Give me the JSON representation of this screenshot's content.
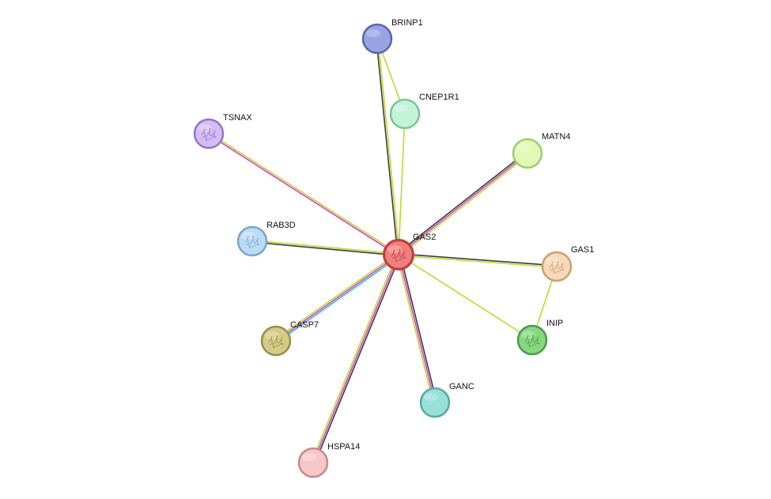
{
  "network": {
    "center": "GAS2",
    "nodes": [
      {
        "id": "GAS2",
        "label": "GAS2",
        "fill": "#f08080",
        "stroke": "#c04040",
        "icon": "protein-structure-icon",
        "center": true
      },
      {
        "id": "BRINP1",
        "label": "BRINP1",
        "fill": "#98a4e4",
        "stroke": "#5a66a8"
      },
      {
        "id": "CNEP1R1",
        "label": "CNEP1R1",
        "fill": "#c2f5d8",
        "stroke": "#78c49a"
      },
      {
        "id": "TSNAX",
        "label": "TSNAX",
        "fill": "#d4bcf5",
        "stroke": "#9676c4",
        "icon": "protein-structure-icon"
      },
      {
        "id": "MATN4",
        "label": "MATN4",
        "fill": "#e2f8b6",
        "stroke": "#a6c878"
      },
      {
        "id": "RAB3D",
        "label": "RAB3D",
        "fill": "#bcdcf5",
        "stroke": "#7aa6c8",
        "icon": "protein-structure-icon"
      },
      {
        "id": "GAS1",
        "label": "GAS1",
        "fill": "#f7d8ba",
        "stroke": "#c8a070",
        "icon": "protein-structure-icon"
      },
      {
        "id": "CASP7",
        "label": "CASP7",
        "fill": "#d4cc86",
        "stroke": "#98904a",
        "icon": "protein-structure-icon"
      },
      {
        "id": "INIP",
        "label": "INIP",
        "fill": "#86d880",
        "stroke": "#4c9a48",
        "icon": "protein-structure-icon"
      },
      {
        "id": "GANC",
        "label": "GANC",
        "fill": "#98e0da",
        "stroke": "#58a8a2"
      },
      {
        "id": "HSPA14",
        "label": "HSPA14",
        "fill": "#f8c8c8",
        "stroke": "#c48a8a"
      }
    ],
    "edge_colors": {
      "textmining": "#c2d82c",
      "coexpression": "#3c3c3c",
      "experiments": "#d040d0",
      "databases": "#2cb8d0",
      "neighborhood": "#2c8c2c"
    },
    "edges": [
      {
        "a": "GAS2",
        "b": "BRINP1",
        "types": [
          "coexpression",
          "textmining"
        ]
      },
      {
        "a": "GAS2",
        "b": "CNEP1R1",
        "types": [
          "textmining"
        ]
      },
      {
        "a": "BRINP1",
        "b": "CNEP1R1",
        "types": [
          "textmining"
        ]
      },
      {
        "a": "GAS2",
        "b": "TSNAX",
        "types": [
          "experiments",
          "textmining"
        ]
      },
      {
        "a": "GAS2",
        "b": "MATN4",
        "types": [
          "coexpression",
          "experiments",
          "textmining"
        ]
      },
      {
        "a": "GAS2",
        "b": "RAB3D",
        "types": [
          "coexpression",
          "textmining"
        ]
      },
      {
        "a": "GAS2",
        "b": "GAS1",
        "types": [
          "coexpression",
          "textmining"
        ]
      },
      {
        "a": "GAS2",
        "b": "CASP7",
        "types": [
          "databases",
          "experiments",
          "textmining"
        ]
      },
      {
        "a": "GAS2",
        "b": "INIP",
        "types": [
          "textmining"
        ]
      },
      {
        "a": "GAS1",
        "b": "INIP",
        "types": [
          "textmining"
        ]
      },
      {
        "a": "GAS2",
        "b": "GANC",
        "types": [
          "coexpression",
          "experiments",
          "textmining"
        ]
      },
      {
        "a": "GAS2",
        "b": "HSPA14",
        "types": [
          "coexpression",
          "experiments",
          "textmining"
        ]
      }
    ]
  }
}
